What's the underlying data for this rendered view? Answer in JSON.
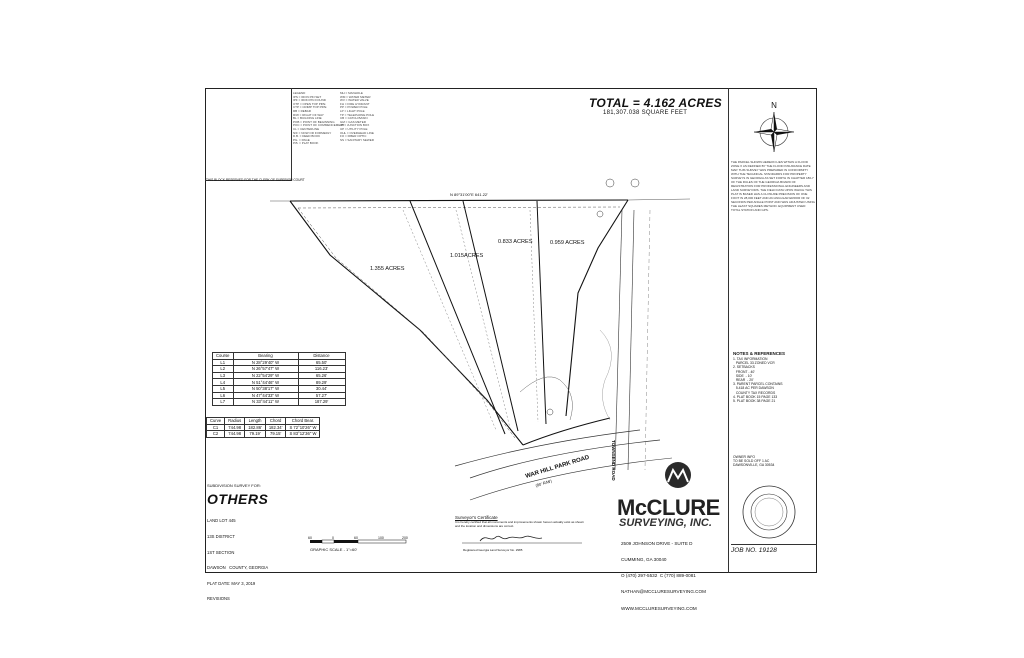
{
  "header": {
    "total": "TOTAL = 4.162 ACRES",
    "square_feet": "181,307.038 SQUARE FEET"
  },
  "legend": {
    "col1": "LEGEND\nIPS = IRON PIN SET\nIPF = IRON PIN FOUND\nOTP = OPEN TOP PIPE\nCTP = CRIMP TOP PIPE\nRB = REBAR\nR/W = RIGHT OF WAY\nBL = BUILDING LINE\nPOB = POINT OF BEGINNING\nPOC = POINT OF COMMENCEMENT\nCL = CENTERLINE\nN/F = NOW OR FORMERLY\nD.B. = DEED BOOK\nPG. = PAGE\nP.B. = PLAT BOOK",
    "col2": "MH = MANHOLE\nWM = WATER METER\nWV = WATER VALVE\nFH = FIRE HYDRANT\nPP = POWER POLE\nLP = LIGHT POLE\nTP = TELEPHONE POLE\nCB = CATCH BASIN\nGM = GAS METER\nJB = JUNCTION BOX\nUP = UTILITY POLE\nOHL = OVERHEAD LINE\nFO = FIBER OPTIC\nSS = SANITARY SEWER"
  },
  "block_reserved": "THIS BLOCK RESERVED FOR THE CLERK OF SUPERIOR COURT",
  "tracts": [
    {
      "label": "1.355 ACRES"
    },
    {
      "label": "1.015ACRES"
    },
    {
      "label": "0.833 ACRES"
    },
    {
      "label": "0.959 ACRES"
    }
  ],
  "roads": {
    "war_hill": "WAR HILL PARK ROAD",
    "war_hill_rw": "(80' R/W)",
    "townsend": "TOWNSEND ROAD",
    "north_bearing": "N 89°31'00\"E   641.22'"
  },
  "line_table": {
    "headers": [
      "Course",
      "Bearing",
      "Distance"
    ],
    "rows": [
      [
        "L1",
        "N 28°29'40\" W",
        "65.50'"
      ],
      [
        "L2",
        "N 26°57'47\" W",
        "116.23'"
      ],
      [
        "L3",
        "N 22°54'29\" W",
        "65.26'"
      ],
      [
        "L4",
        "N 51°44'46\" W",
        "89.29'"
      ],
      [
        "L5",
        "N 50°38'17\" W",
        "30.44'"
      ],
      [
        "L6",
        "N 47°44'33\" W",
        "57.27'"
      ],
      [
        "L7",
        "N 33°44'11\" W",
        "187.29'"
      ]
    ]
  },
  "curve_table": {
    "headers": [
      "Curve",
      "Radius",
      "Length",
      "Chord",
      "Chord Bear."
    ],
    "rows": [
      [
        "C1",
        "744.98",
        "182.86'",
        "182.34'",
        "S 72°10'26\" W"
      ],
      [
        "C2",
        "744.98",
        "79.19'",
        "79.15'",
        "S 83°12'36\" W"
      ]
    ]
  },
  "subdivision": {
    "title": "SUBDIVISION SURVEY FOR:",
    "owner": "OTHERS",
    "lines": [
      "LAND LOT 445",
      "13S DISTRICT",
      "1ST SECTION",
      "DAWSON   COUNTY, GEORGIA",
      "PLAT DATE: MAY 3, 2019",
      "REVISIONS"
    ]
  },
  "scale": {
    "ticks": [
      "60",
      "0",
      "60",
      "100",
      "200"
    ],
    "label": "GRAPHIC SCALE - 1\"=60'"
  },
  "certificate": {
    "title": "Surveyor's Certificate",
    "text": "It is hereby certified that all monuments and improvements shown hereon actually exist as shown and the location and dimensions are correct.",
    "registration": "Registered Georgia Land Surveyor No. 2985"
  },
  "company": {
    "name": "McCLURE",
    "tagline": "SURVEYING, INC.",
    "address": [
      "2509 JOHNSON DRIVE - SUITE D",
      "CUMMING, GA 30040",
      "O (470) 297-5532  C (770) 889-0081",
      "NATHAN@MCCLURESURVEYING.COM",
      "WWW.MCCLURESURVEYING.COM"
    ]
  },
  "notes": {
    "title": "NOTES & REFERENCES",
    "list": "1. TAX INFORMATION\n   PARCEL 33 ZONED VCR\n2. SETBACKS\n   FRONT - 40'\n   SIDE  - 10'\n   REAR  - 20'\n3. PARENT PARCEL CONTAINS\n   5.418 AC PER DAWSON\n   COUNTY TAX RECORDS\n4. PLAT BOOK 15 PAGE 133\n5. PLAT BOOK 38 PAGE 21",
    "owner_block": "OWNER INFO\nTO BE SOLD OFF 1 AC\nDAWSONVILLE, GA 30534",
    "side_text": "THE PARCEL SHOWN HEREON LIES WITHIN A FLOOD ZONE X AS DEFINED BY THE FLOOD INSURANCE RATE MAP. THIS SURVEY WAS PREPARED IN CONFORMITY WITH THE TECHNICAL STANDARDS FOR PROPERTY SURVEYS IN GEORGIA AS SET FORTH IN CHAPTER 180-7 OF THE RULES OF THE GEORGIA BOARD OF REGISTRATION FOR PROFESSIONAL ENGINEERS AND LAND SURVEYORS. THE FIELD DATA UPON WHICH THIS PLAT IS BASED HAS A CLOSURE PRECISION OF ONE FOOT IN 28,000 FEET AND AN ANGULAR ERROR OF 02 SECONDS PER ANGLE POINT AND WAS ADJUSTED USING THE LEAST SQUARES METHOD. EQUIPMENT USED: TOTAL STATION AND GPS."
  },
  "job": "JOB NO. 19128"
}
